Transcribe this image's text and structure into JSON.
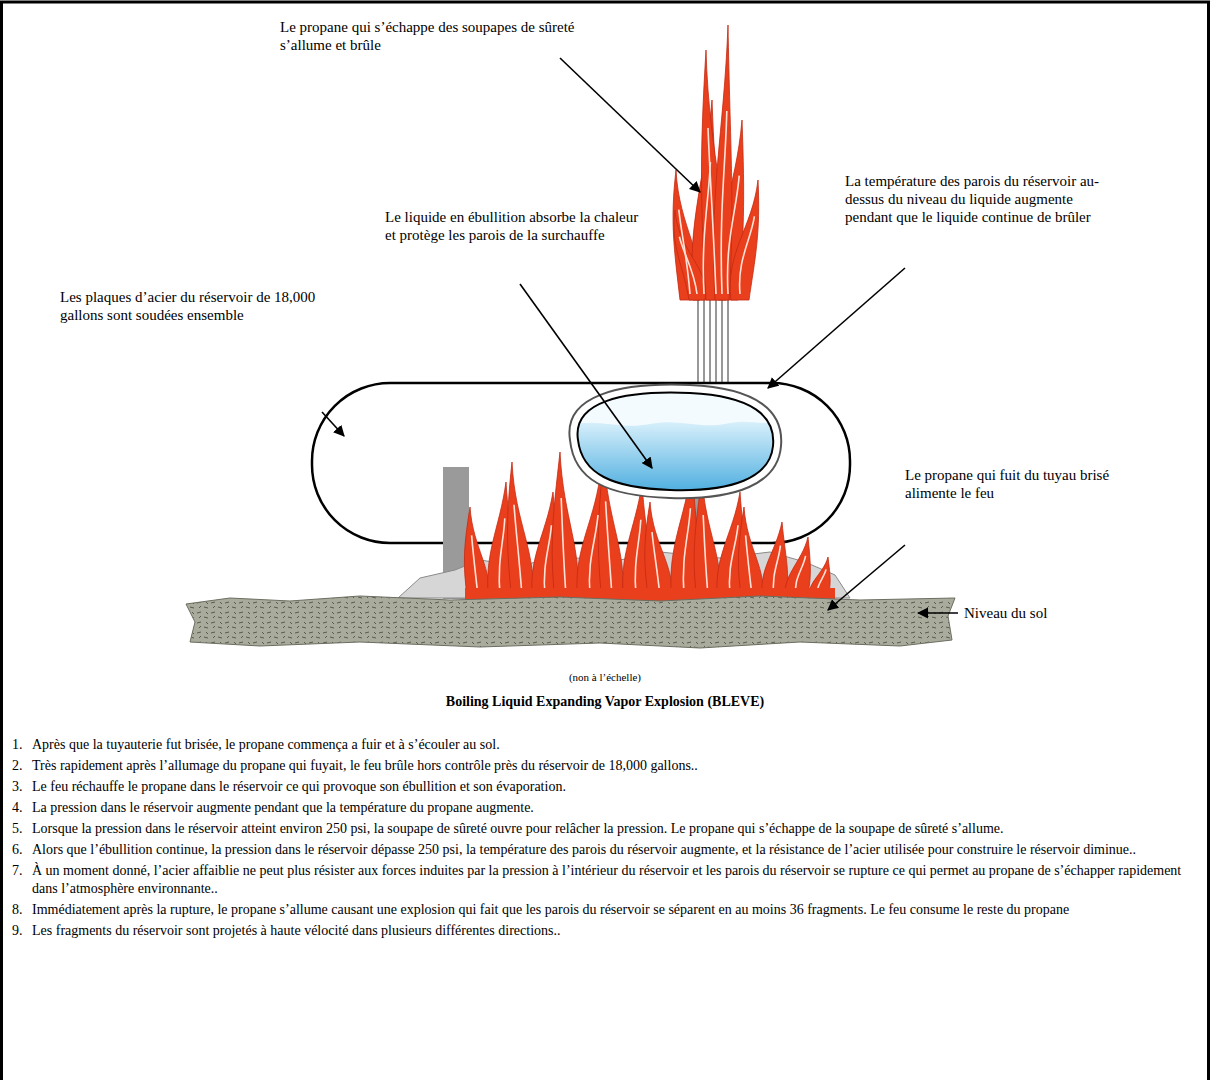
{
  "diagram": {
    "title": "Boiling Liquid Expanding Vapor Explosion (BLEVE)",
    "labels": [
      "Le propane qui s’échappe des soupapes de sûreté s’allume et brûle",
      "La température des parois du réservoir au-dessus du niveau du liquide augmente pendant que le liquide continue de brûler",
      "Le liquide en ébullition absorbe la chaleur et protège les parois de la surchauffe",
      "Les plaques d’acier du réservoir de 18,000 gallons sont soudées ensemble",
      "Le propane qui fuit du tuyau brisé alimente le feu",
      "Niveau du sol",
      "(non à l’échelle)",
      "1.",
      "Après que la tuyauterie fut brisée, le propane commença a fuir et à s’écouler au sol.",
      "2.",
      "Très rapidement après l’allumage du propane qui fuyait, le feu brûle hors contrôle près du réservoir de 18,000 gallons..",
      "3.",
      "Le feu réchauffe le propane dans le réservoir ce qui provoque son ébullition et son évaporation.",
      "4.",
      "La pression dans le réservoir augmente pendant que la température du propane augmente.",
      "5.",
      "Lorsque la pression dans le réservoir atteint environ 250 psi, la soupape de sûreté ouvre pour relâcher la pression. Le propane qui s’échappe de la soupape de sûreté s’allume.",
      "6.",
      "Alors que l’ébullition continue, la pression dans le réservoir dépasse 250 psi, la température des parois du réservoir augmente, et la résistance de l’acier utilisée pour construire le réservoir diminue..",
      "7.",
      "À un moment donné, l’acier affaiblie ne peut plus résister aux forces induites par la pression à l’intérieur du réservoir et les parois du réservoir se rupture ce qui permet au propane de s’échapper rapidement dans l’atmosphère environnante..",
      "8.",
      "Immédiatement après la rupture, le propane s’allume causant une explosion qui fait que les parois du réservoir se séparent en au moins 36 fragments. Le feu consume le reste du propane",
      "9.",
      "Les fragments du réservoir sont projetés à haute vélocité dans plusieurs différentes directions.."
    ]
  }
}
